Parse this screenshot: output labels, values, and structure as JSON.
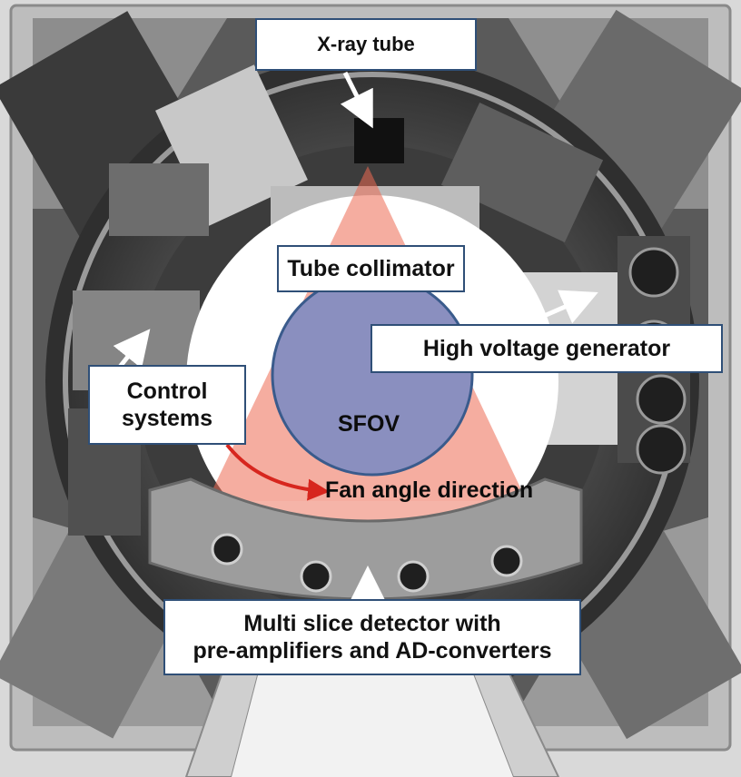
{
  "labels": {
    "xray_tube": "X-ray tube",
    "tube_collimator": "Tube collimator",
    "high_voltage_generator": "High voltage generator",
    "control_systems_line1": "Control",
    "control_systems_line2": "systems",
    "sfov": "SFOV",
    "fan_angle_direction": "Fan angle direction",
    "detector_line1": "Multi slice detector with",
    "detector_line2": "pre-amplifiers and AD-converters"
  },
  "colors": {
    "fan_beam": "#ec6a52",
    "sfov_circle": "#8a8fbf",
    "sfov_outline": "#3a5b8c",
    "fan_arrow": "#d7261e",
    "label_border": "#2f4f77",
    "pointer_arrow": "#ffffff"
  }
}
